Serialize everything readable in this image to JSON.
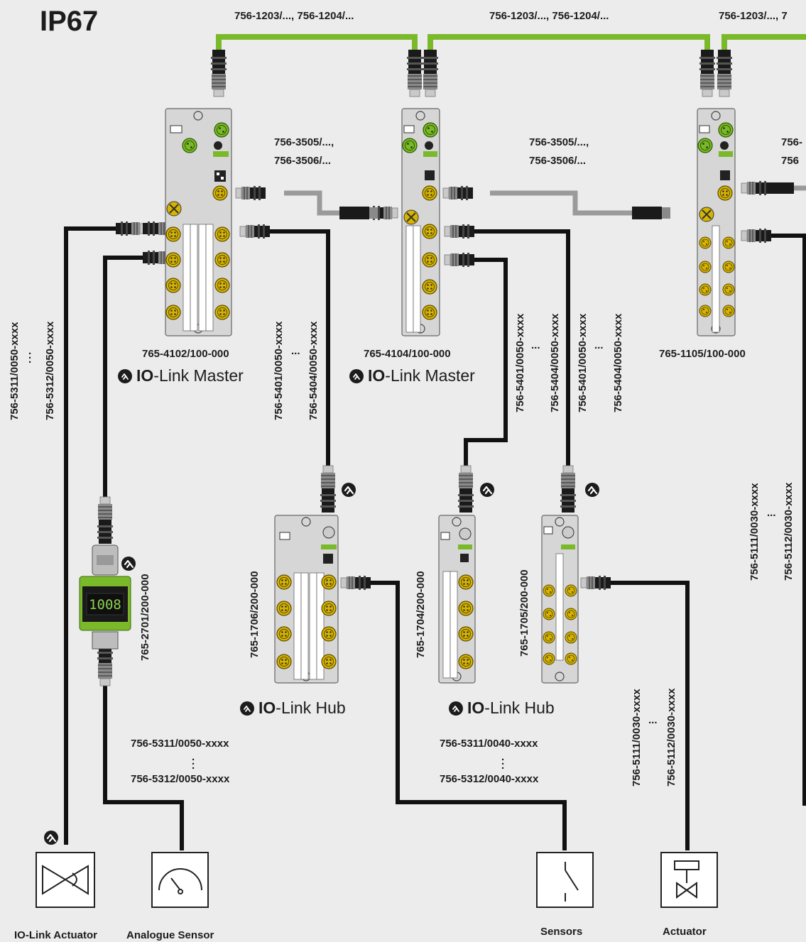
{
  "title": "IP67",
  "top_cables": [
    "756-1203/..., 756-1204/...",
    "756-1203/..., 756-1204/...",
    "756-1203/..., 7"
  ],
  "ethercat_cables": [
    {
      "line1": "756-3505/...,",
      "line2": "756-3506/..."
    },
    {
      "line1": "756-3505/...,",
      "line2": "756-3506/..."
    },
    {
      "line1": "756-",
      "line2": "756"
    }
  ],
  "devices": {
    "master1": {
      "part": "765-4102/100-000",
      "role_bold": "IO",
      "role_rest": "-Link Master"
    },
    "master2": {
      "part": "765-4104/100-000",
      "role_bold": "IO",
      "role_rest": "-Link Master"
    },
    "module3": {
      "part": "765-1105/100-000"
    },
    "hub1": {
      "part": "765-1706/200-000",
      "role_bold": "IO",
      "role_rest": "-Link Hub"
    },
    "hub2": {
      "part": "765-1704/200-000",
      "role_bold": "IO",
      "role_rest": "-Link Hub"
    },
    "hub3": {
      "part": "765-1705/200-000"
    },
    "converter": {
      "part": "765-2701/200-000",
      "display": "1008"
    }
  },
  "vertical_labels": {
    "left_a": "756-5311/0050-xxxx",
    "left_b": "756-5312/0050-xxxx",
    "m1_a": "756-5401/0050-xxxx",
    "m1_b": "756-5404/0050-xxxx",
    "m2_a": "756-5401/0050-xxxx",
    "m2_b": "756-5404/0050-xxxx",
    "m2_c": "756-5401/0050-xxxx",
    "m2_d": "756-5404/0050-xxxx",
    "right_a": "756-5111/0030-xxxx",
    "right_b": "756-5112/0030-xxxx",
    "act_a": "756-5111/0030-xxxx",
    "act_b": "756-5112/0030-xxxx"
  },
  "ellipsis": "...",
  "sensor_cables_left": {
    "line1": "756-5311/0050-xxxx",
    "line2": "756-5312/0050-xxxx"
  },
  "sensor_cables_mid": {
    "line1": "756-5311/0040-xxxx",
    "line2": "756-5312/0040-xxxx"
  },
  "field_devices": [
    "IO-Link Actuator",
    "Analogue Sensor",
    "Sensors",
    "Actuator"
  ],
  "colors": {
    "green_cable": "#7ab929",
    "grey_cable": "#9a9a9a",
    "black_cable": "#111111",
    "module_body": "#d6d6d6",
    "port_yellow": "#d6b400",
    "wago_green": "#7ab929",
    "display_green": "#8fd14f"
  }
}
